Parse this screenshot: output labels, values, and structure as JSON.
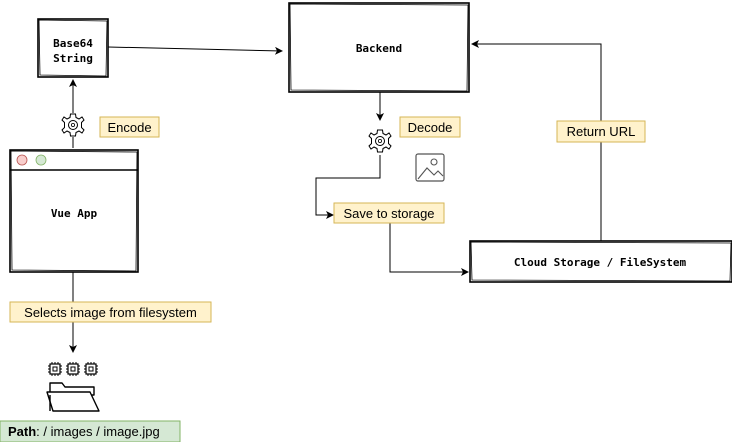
{
  "nodes": {
    "base64": {
      "line1": "Base64",
      "line2": "String"
    },
    "backend": {
      "label": "Backend"
    },
    "vue_app": {
      "label": "Vue App"
    },
    "storage": {
      "label": "Cloud Storage / FileSystem"
    }
  },
  "labels": {
    "encode": "Encode",
    "decode": "Decode",
    "save": "Save to storage",
    "return_url": "Return URL",
    "selects": "Selects image from filesystem",
    "path_bold": "Path",
    "path_rest": ": / images / image.jpg"
  },
  "colors": {
    "label_fill": "#fff2cc",
    "label_stroke": "#d6b656",
    "path_fill": "#d5e8d4",
    "path_stroke": "#82b366",
    "btn_red": "#f8cecc",
    "btn_green": "#d5e8d4"
  },
  "icons": [
    "gear-icon",
    "image-icon",
    "folder-icon",
    "chip-icon"
  ]
}
